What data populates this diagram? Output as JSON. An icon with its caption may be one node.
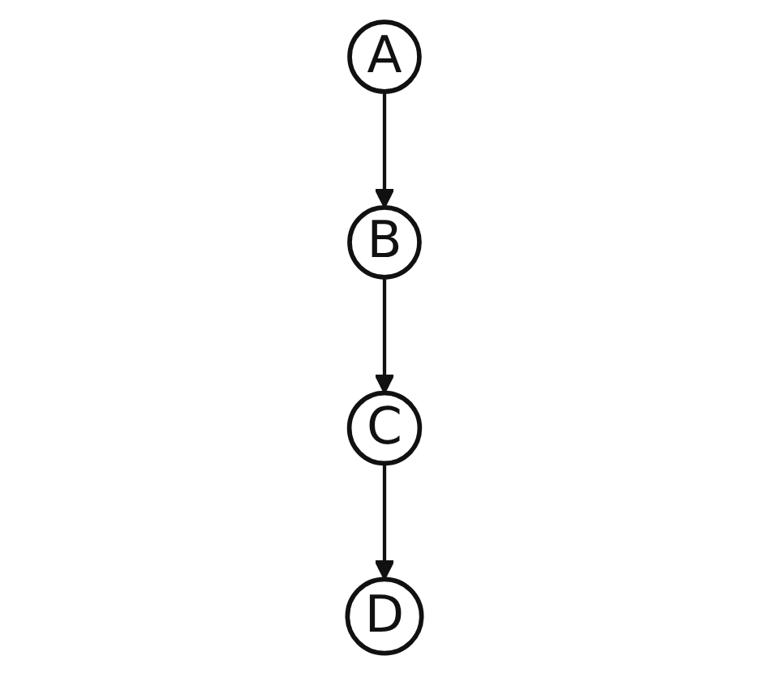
{
  "diagram": {
    "nodes": [
      {
        "text": [
          "A"
        ]
      },
      {
        "text": [
          "B"
        ]
      },
      {
        "text": [
          "C"
        ]
      },
      {
        "text": [
          "D"
        ]
      }
    ],
    "edges": [
      {
        "from": 0,
        "to": 1,
        "arrow": "to"
      },
      {
        "from": 1,
        "to": 2,
        "arrow": "to"
      },
      {
        "from": 2,
        "to": 3,
        "arrow": "to"
      }
    ]
  }
}
